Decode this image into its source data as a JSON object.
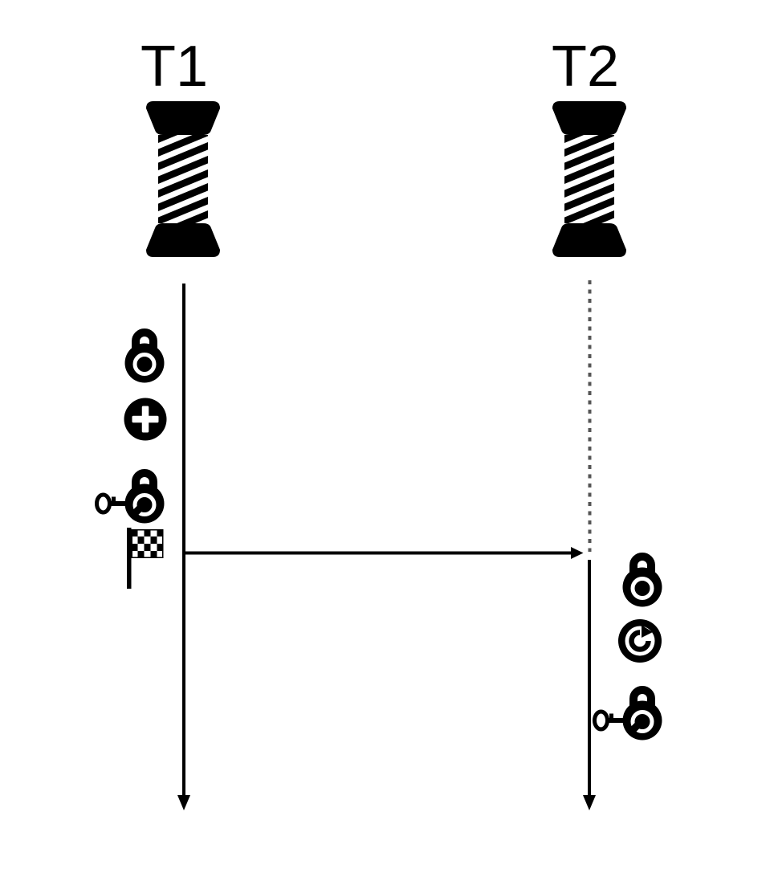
{
  "diagram": {
    "kind": "thread-timeline-sequence",
    "background_color": "#ffffff",
    "ink_color": "#000000",
    "inactive_lifeline_color": "#555555",
    "threads": [
      {
        "label": "T1",
        "icon": "thread-spool-icon",
        "lifeline": "solid",
        "events": [
          "lock-icon",
          "add-icon",
          "unlock-key-icon",
          "finish-flag-icon"
        ]
      },
      {
        "label": "T2",
        "icon": "thread-spool-icon",
        "lifeline": "dashed-until-message-then-solid",
        "events": [
          "lock-icon",
          "retry-icon",
          "unlock-key-icon"
        ]
      }
    ],
    "message_arrow": {
      "from": "T1",
      "to": "T2"
    }
  }
}
